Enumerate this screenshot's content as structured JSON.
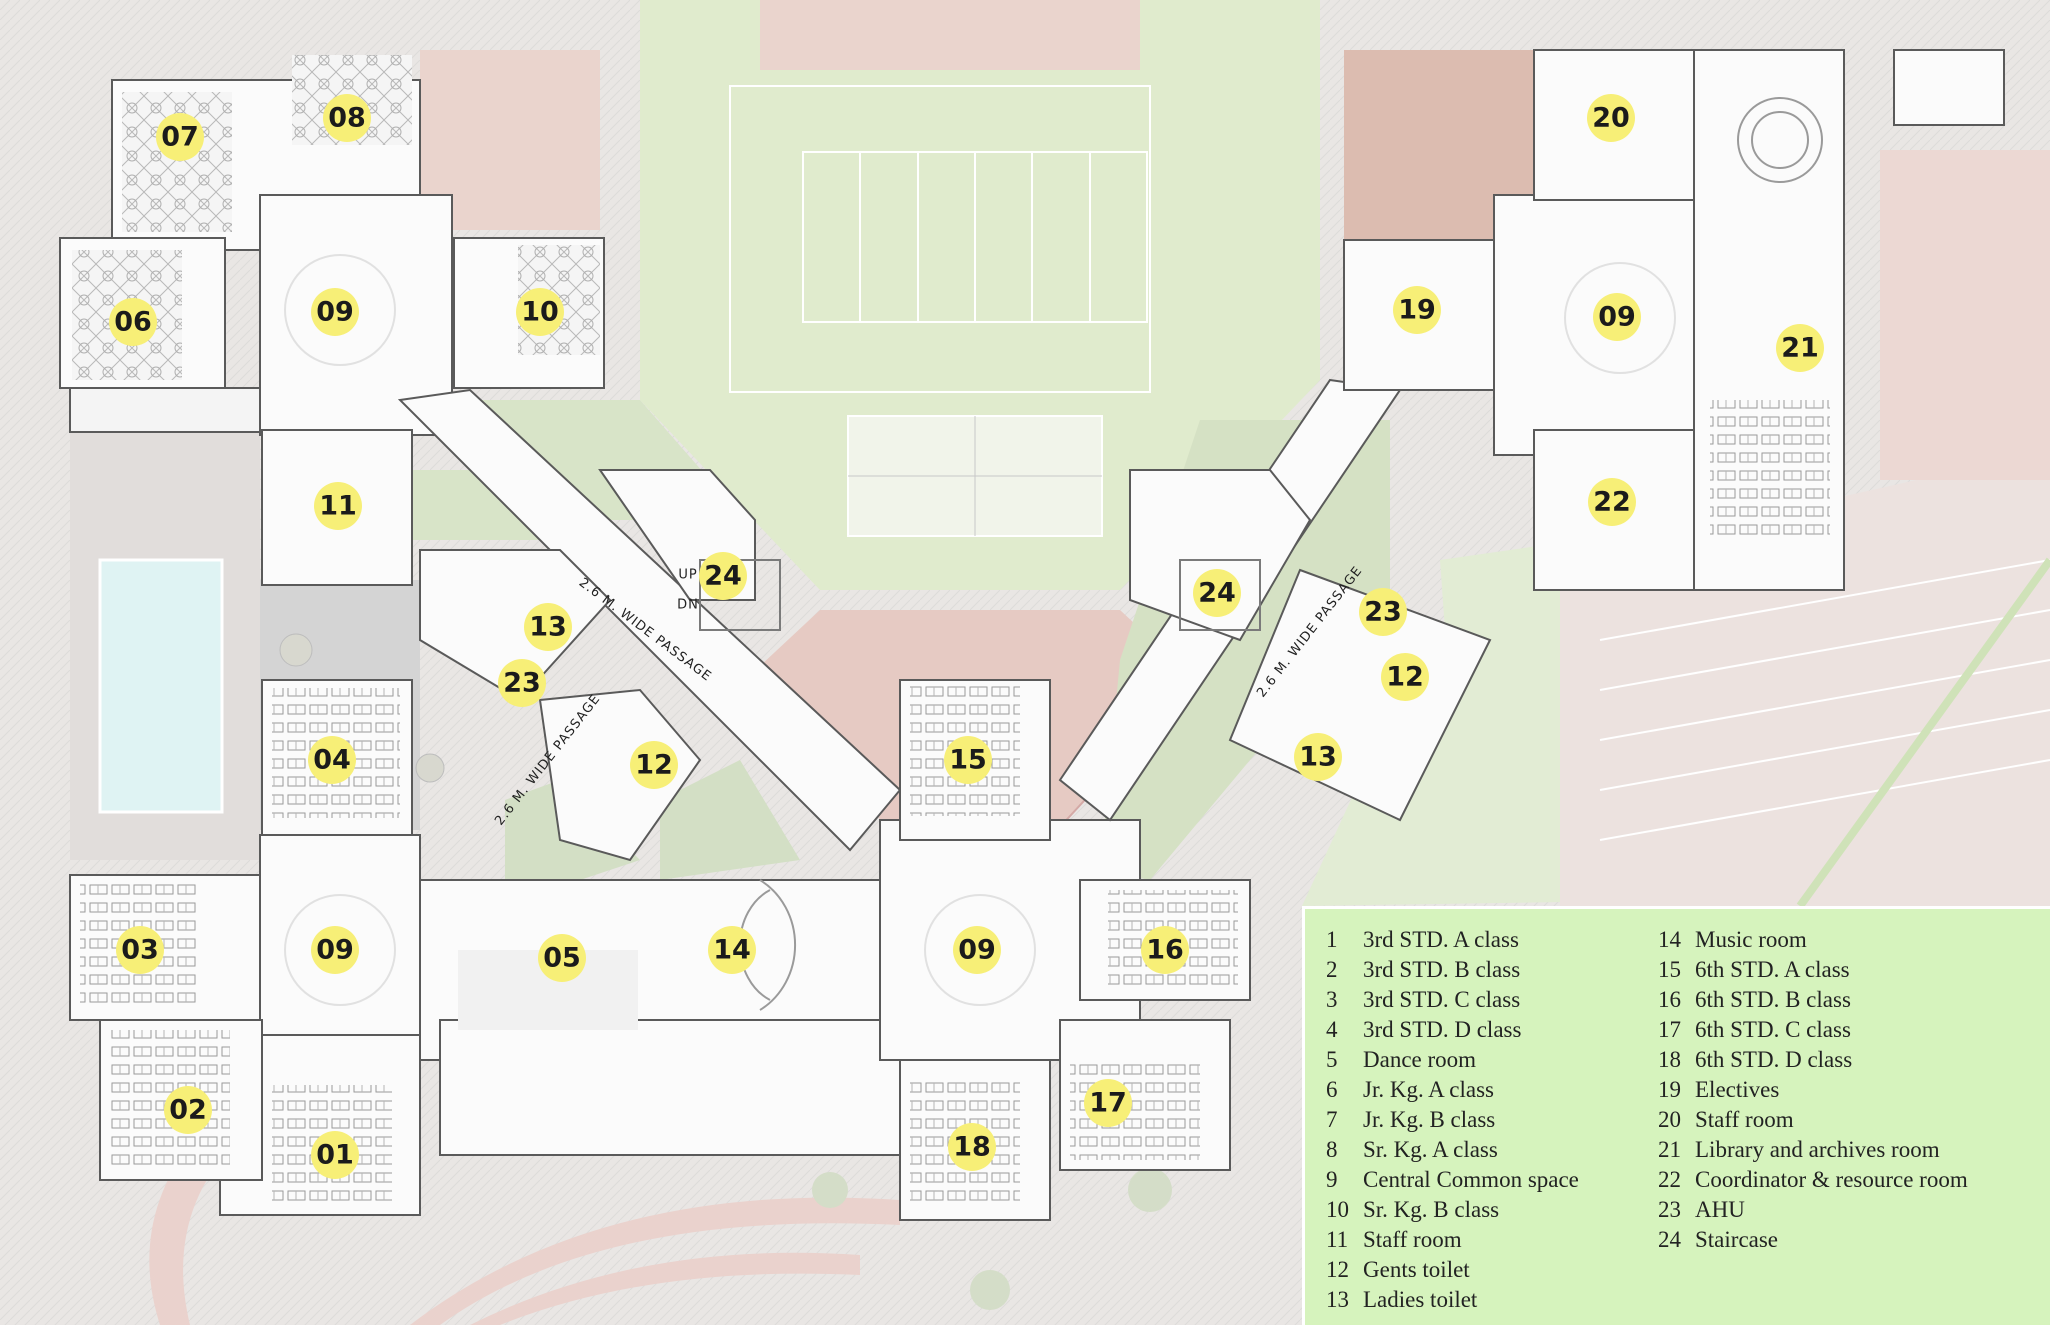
{
  "rooms": {
    "r01": "01",
    "r02": "02",
    "r03": "03",
    "r04": "04",
    "r05": "05",
    "r06": "06",
    "r07": "07",
    "r08": "08",
    "r09a": "09",
    "r09b": "09",
    "r09c": "09",
    "r09d": "09",
    "r10": "10",
    "r11": "11",
    "r12a": "12",
    "r12b": "12",
    "r13a": "13",
    "r13b": "13",
    "r14": "14",
    "r15": "15",
    "r16": "16",
    "r17": "17",
    "r18": "18",
    "r19": "19",
    "r20": "20",
    "r21": "21",
    "r22": "22",
    "r23a": "23",
    "r23b": "23",
    "r24a": "24",
    "r24b": "24"
  },
  "passages": {
    "left_upper": "2.6 M. WIDE PASSAGE",
    "left_lower": "2.6 M. WIDE PASSAGE",
    "right": "2.6 M. WIDE PASSAGE"
  },
  "stair_text": {
    "up": "UP",
    "dn": "DN"
  },
  "legend": {
    "items": [
      {
        "num": "1",
        "label": "3rd STD. A class"
      },
      {
        "num": "2",
        "label": "3rd STD. B class"
      },
      {
        "num": "3",
        "label": "3rd STD. C class"
      },
      {
        "num": "4",
        "label": "3rd STD. D class"
      },
      {
        "num": "5",
        "label": "Dance room"
      },
      {
        "num": "6",
        "label": "Jr. Kg. A class"
      },
      {
        "num": "7",
        "label": "Jr. Kg. B class"
      },
      {
        "num": "8",
        "label": "Sr. Kg. A class"
      },
      {
        "num": "9",
        "label": "Central Common space"
      },
      {
        "num": "10",
        "label": "Sr. Kg. B class"
      },
      {
        "num": "11",
        "label": "Staff room"
      },
      {
        "num": "12",
        "label": "Gents toilet"
      },
      {
        "num": "13",
        "label": "Ladies toilet"
      },
      {
        "num": "14",
        "label": "Music room"
      },
      {
        "num": "15",
        "label": "6th STD. A class"
      },
      {
        "num": "16",
        "label": "6th STD. B class"
      },
      {
        "num": "17",
        "label": "6th STD. C class"
      },
      {
        "num": "18",
        "label": "6th STD. D class"
      },
      {
        "num": "19",
        "label": "Electives"
      },
      {
        "num": "20",
        "label": "Staff room"
      },
      {
        "num": "21",
        "label": "Library and archives room"
      },
      {
        "num": "22",
        "label": "Coordinator & resource room"
      },
      {
        "num": "23",
        "label": "AHU"
      },
      {
        "num": "24",
        "label": "Staircase"
      }
    ]
  },
  "colors": {
    "site": "#e9e6e4",
    "floor": "#fbfbfb",
    "field": "#e0ebcd",
    "terracotta": "#e6cac3",
    "courtyard": "#cfdcc0",
    "pool": "#dff3f3",
    "marker": "#f7ef77",
    "legend_bg": "#d6f3bd"
  }
}
